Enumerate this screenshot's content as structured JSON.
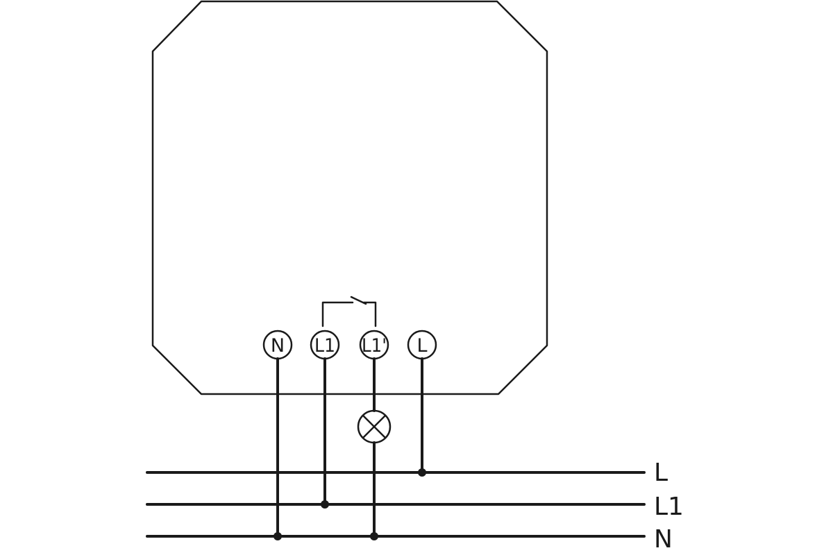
{
  "terminals": {
    "n": "N",
    "l1": "L1",
    "l1_prime": "L1'",
    "l": "L"
  },
  "buses": {
    "l": "L",
    "l1": "L1",
    "n": "N"
  },
  "colors": {
    "line": "#1a1a1a",
    "background": "#ffffff"
  }
}
